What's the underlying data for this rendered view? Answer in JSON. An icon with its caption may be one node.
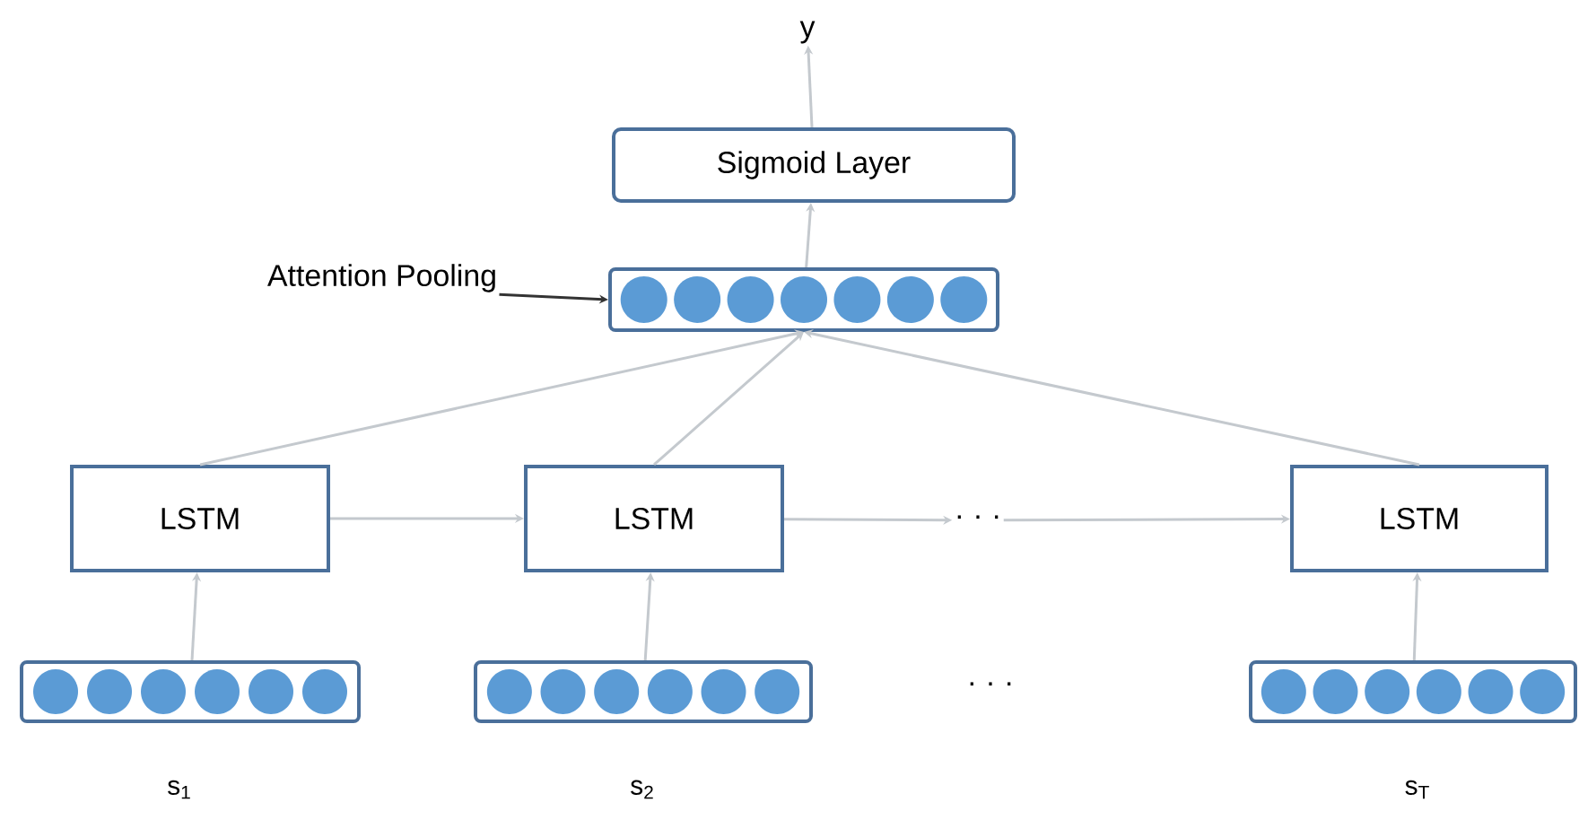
{
  "diagram": {
    "nodes": [
      {
        "text": [
          "y"
        ]
      },
      {
        "text": [
          "Sigmoid Layer"
        ]
      },
      {
        "text": [],
        "shape": "bar"
      },
      {
        "text": [
          "Attention Pooling"
        ]
      },
      {
        "text": [
          "LSTM"
        ]
      },
      {
        "text": [
          "LSTM"
        ]
      },
      {
        "text": [
          "· · ·"
        ]
      },
      {
        "text": [
          "LSTM"
        ]
      },
      {
        "text": [],
        "shape": "bar",
        "beside": [
          "s$_{1}$"
        ]
      },
      {
        "text": [],
        "shape": "bar",
        "beside": [
          "s$_{2}$"
        ]
      },
      {
        "text": [],
        "shape": "bar",
        "beside": [
          "s$_{T}$"
        ]
      }
    ],
    "edges": [
      {
        "from": 1,
        "to": 0,
        "arrow": "to"
      },
      {
        "from": 2,
        "to": 1,
        "arrow": "to"
      },
      {
        "from": 3,
        "to": 2,
        "arrow": "to",
        "color": "#333333"
      },
      {
        "from": 4,
        "to": 2,
        "arrow": "to"
      },
      {
        "from": 5,
        "to": 2,
        "arrow": "to"
      },
      {
        "from": 7,
        "to": 2,
        "arrow": "to"
      },
      {
        "from": 4,
        "to": 5,
        "arrow": "to"
      },
      {
        "from": 5,
        "to": 6,
        "arrow": "to"
      },
      {
        "from": 6,
        "to": 7,
        "arrow": "to"
      },
      {
        "from": 8,
        "to": 4,
        "arrow": "to"
      },
      {
        "from": 9,
        "to": 5,
        "arrow": "to"
      },
      {
        "from": 10,
        "to": 7,
        "arrow": "to"
      }
    ],
    "labels": [
      "· · ·"
    ]
  }
}
